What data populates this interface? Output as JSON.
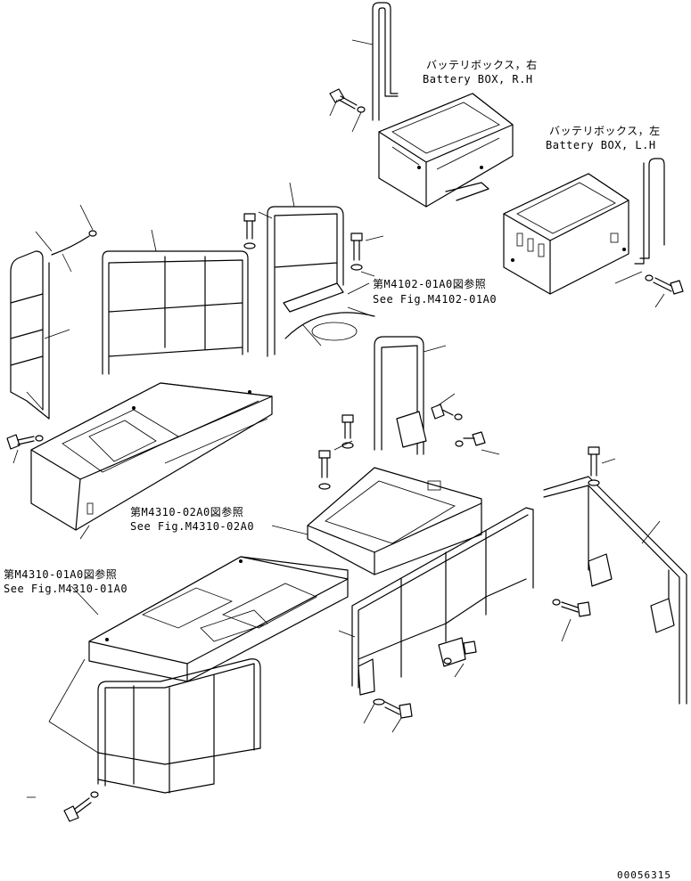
{
  "labels": {
    "battery_rh_jp": "バッテリボックス，右",
    "battery_rh_en": "Battery BOX, R.H",
    "battery_lh_jp": "バッテリボックス，左",
    "battery_lh_en": "Battery BOX, L.H",
    "ref_m4102_jp": "第M4102-01A0図参照",
    "ref_m4102_en": "See Fig.M4102-01A0",
    "ref_m4310_02_jp": "第M4310-02A0図参照",
    "ref_m4310_02_en": "See Fig.M4310-02A0",
    "ref_m4310_01_jp": "第M4310-01A0図参照",
    "ref_m4310_01_en": "See Fig.M4310-01A0",
    "drawing_number": "00056315"
  }
}
